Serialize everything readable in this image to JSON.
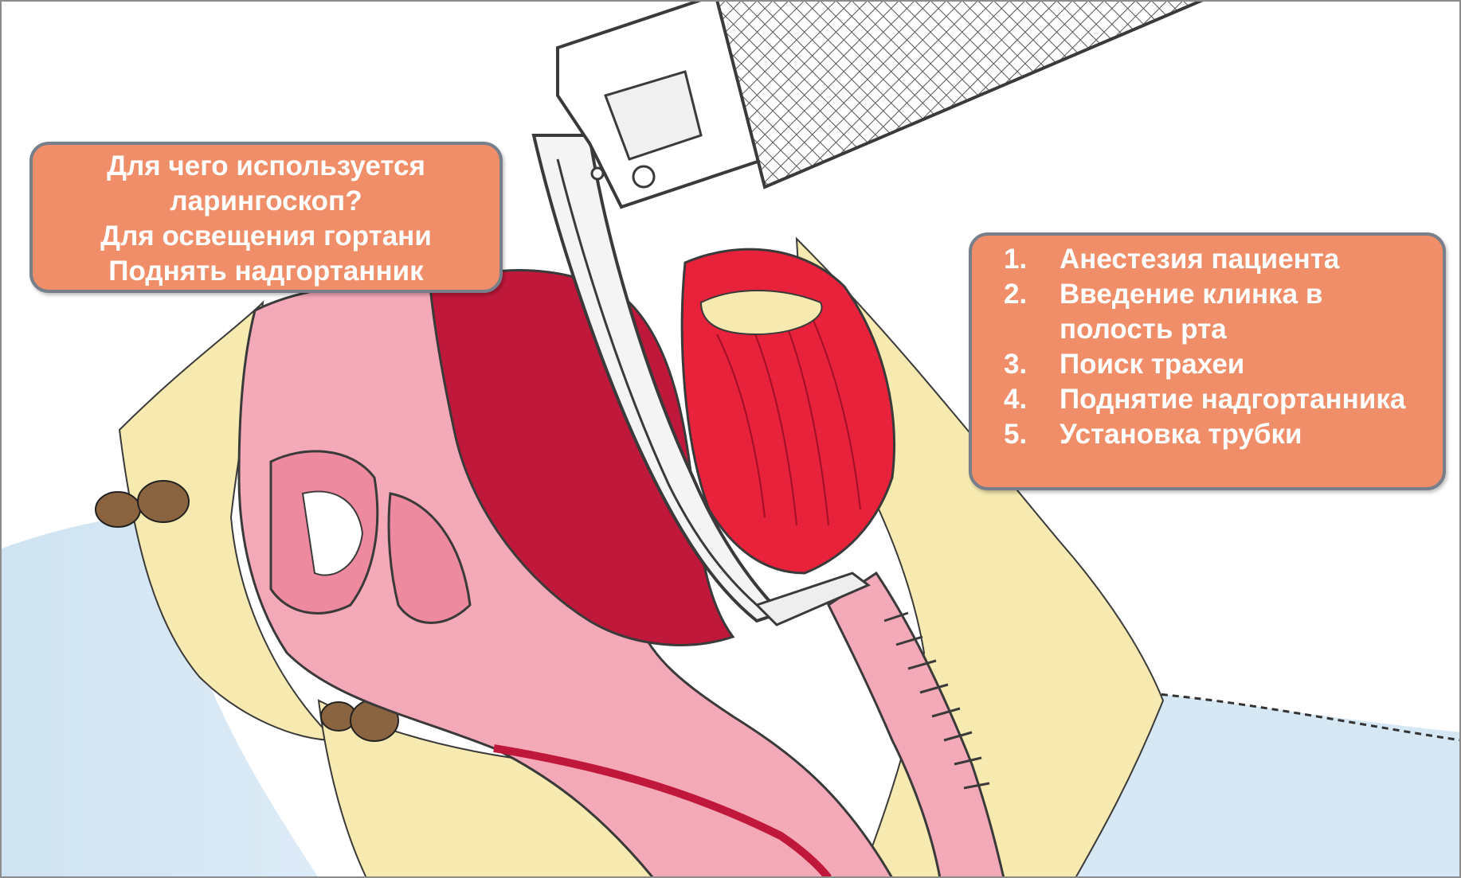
{
  "question_box": {
    "lines": [
      "Для чего  используется",
      "ларингоскоп?",
      "Для освещения гортани",
      "Поднять надгортанник"
    ]
  },
  "steps_box": {
    "items": [
      {
        "num": "1.",
        "text": "Анестезия пациента"
      },
      {
        "num": "2.",
        "text": "Введение клинка в полость рта"
      },
      {
        "num": "3.",
        "text": "Поиск трахеи"
      },
      {
        "num": "4.",
        "text": "Поднятие надгортанника"
      },
      {
        "num": "5.",
        "text": "Установка трубки"
      }
    ]
  },
  "colors": {
    "callout_fill": "#ef8e68",
    "callout_border": "#77808a",
    "tissue_red": "#e8223b",
    "tissue_dark": "#c0183a",
    "mucosa_pink": "#f4a9b8",
    "fat_yellow": "#f7eab0",
    "background_blue": "#cfe3f2",
    "bone_brown": "#8a6440"
  }
}
